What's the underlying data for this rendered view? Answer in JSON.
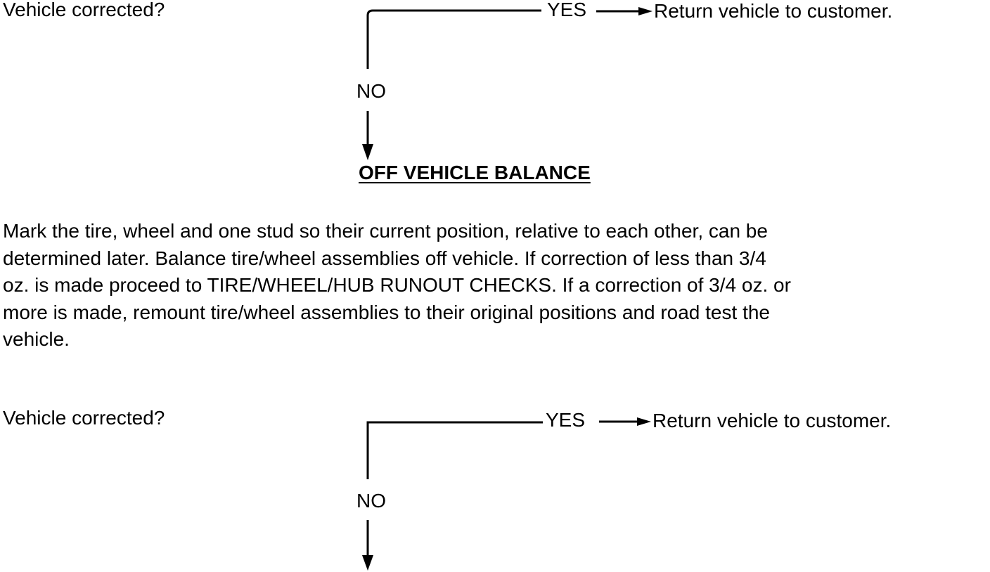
{
  "flow1": {
    "question": "Vehicle corrected?",
    "yes": "YES",
    "yes_result": "Return vehicle to customer.",
    "no": "NO"
  },
  "section": {
    "heading": "OFF VEHICLE BALANCE",
    "paragraph_lines": [
      "Mark the tire, wheel and one stud so their current position, relative to each other, can be",
      "determined later.   Balance tire/wheel assemblies off vehicle.  If correction of less than 3/4",
      "oz. is made proceed to TIRE/WHEEL/HUB RUNOUT CHECKS.  If a correction of 3/4 oz. or",
      "more is made,  remount tire/wheel assemblies to their original positions and road test the",
      "vehicle."
    ]
  },
  "flow2": {
    "question": "Vehicle corrected?",
    "yes": "YES",
    "yes_result": "Return vehicle to customer.",
    "no": "NO"
  }
}
